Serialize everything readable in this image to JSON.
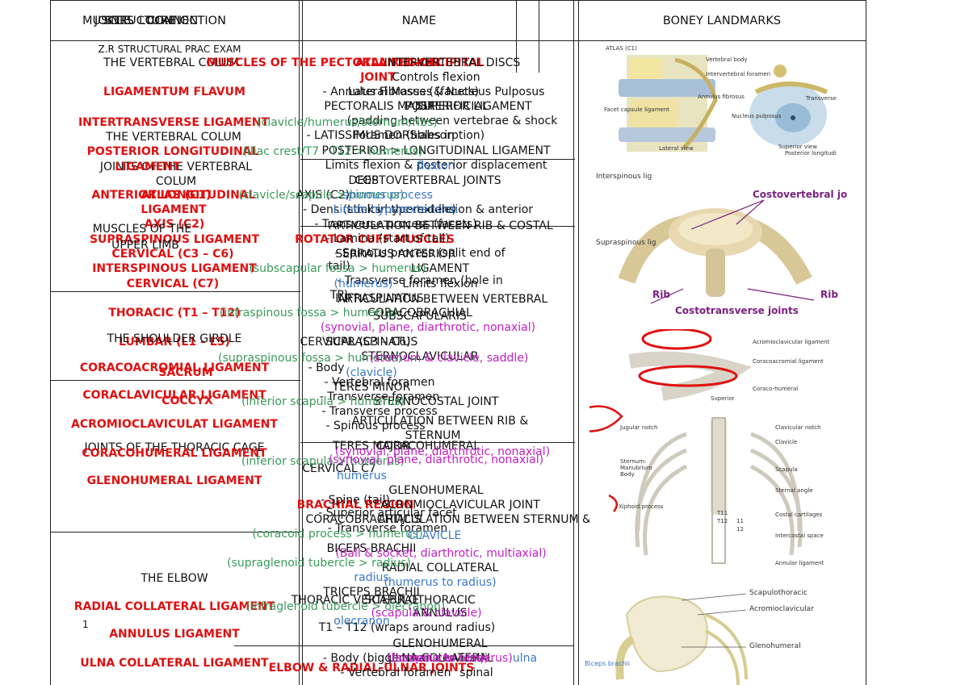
{
  "header": {
    "col1_lines": [
      "MUSCLE",
      "JOINTS",
      "STRUCTURE",
      "LOCATION",
      "CONNECTION"
    ],
    "col2": "NAME",
    "col3": "BONEY LANDMARKS"
  },
  "page_number": "1",
  "col1": {
    "exam": "Z.R STRUCTURAL PRAC EXAM",
    "vertebral": "THE VERTEBRAL COLUM",
    "lig_flavum": "LIGAMENTUM FLAVUM",
    "intertransverse": "INTERTRANSVERSE LIGAMENT",
    "vertebral2": "THE VERTEBRAL COLUM",
    "post_long": "POSTERIOR LONGITUDINAL",
    "joints_vert_a": "JOINTS OF THE VERTEBRAL",
    "joints_vert_b": "COLUM",
    "ligament_x": "LIGAMENT",
    "ant_long": "ANTERIOR LONGITUDINAL",
    "atlas": "ATLAS (C1)",
    "ligament": "LIGAMENT",
    "axis": "AXIS (C2)",
    "muscles_upper_a": "MUSCLES OF THE",
    "muscles_upper_b": "UPPER LIMB",
    "supraspinous": "SUPRASPINOUS LIGAMENT",
    "cervical_36": "CERVICAL (C3 – C6)",
    "interspinous": "INTERSPINOUS LIGAMENT",
    "cervical_7": "CERVICAL (C7)",
    "thoracic": "THORACIC (T1 – T12)",
    "lumbar": "LUMBAR (L1 – L5)",
    "shoulder": "THE SHOULDER GIRDLE",
    "coracoacromial": "CORACOACROMIAL LIGAMENT",
    "sacrum": "SACRUM",
    "coraclavicular": "CORACLAVICULAR LIGAMENT",
    "coccyx": "COCCYX",
    "acromioclav": "ACROMIOCLAVICULAT LIGAMENT",
    "joints_thoracic": "JOINTS OF THE THORACIC CAGE",
    "coracohumeral": "CORACOHUMERAL LIGAMENT",
    "glenohumeral": "GLENOHUMERAL LIGAMENT",
    "elbow": "THE ELBOW",
    "radial_col": "RADIAL COLLATERAL LIGAMENT",
    "annulus": "ANNULUS LIGAMENT",
    "ulna_col": "ULNA COLLATERAL LIGAMENT"
  },
  "mid_red": {
    "m1": "MUSCLES OF THE PECTORAL REGION",
    "m2": "ATLANTO-OCCIPITAL",
    "m3": "JOINT",
    "rotator": "ROTATOR CUFF MUSCLES",
    "brachial": "BRACHIAL REGION",
    "elbow_radial": "ELBOW & RADIAL-ULNAR JOINTS"
  },
  "mid_black": [
    "INTERVERTEBRAL DISCS",
    "Controls flexion",
    "- Annulus Fibrosus (& Nucleus Pulposus",
    "Lateral Masses (facets)",
    "PECTORALIS MAJOR",
    "SUPERFICIAL",
    "POSTERIOR LIGAMENT",
    "(padding between vertebrae & shock",
    "Foramen (holes in",
    "- LATISSIMUS DORSI",
    "absorption)",
    "POSTERIOR > LONGITUDINAL LIGAMENT",
    "Limits flexion & posterior displacement",
    "DEEP",
    "COSTOVERTEBRAL JOINTS",
    "AXIS (C2)",
    "- Dens (stick in the middle)",
    "Limits hyperextension & anterior",
    "- Transverse process (facets)",
    "ARTICULATION BETWEEN RIB & COSTAL",
    "SERRATUS ANTERIOR",
    "- Lamina (start of tail)",
    "- Spinous process (split end of",
    "tail)",
    "LIGAMENT",
    "- Transverse foramen (hole in",
    "Limits flexion",
    "TP)",
    "ARTICULATION BETWEEN VERTEBRAL",
    "INFRASPINATUS",
    "CORACOBRACHIAL",
    "SUBSCAPULARIS",
    "CERVICAL (C3 – C6)",
    "SUPRASPINATUS",
    "- Body",
    "STERNOCLAVICULAR",
    "TERES MINOR",
    "- Vertebral foramen",
    "- Transverse foramen",
    "STERNOCOSTAL JOINT",
    "- Transverse process",
    "ARTICULATION BETWEEN RIB &",
    "- Spinous process",
    "STERNUM",
    "TERES MAJOR",
    "CORACOHUMERAL",
    "CERVICAL C7",
    "GLENOHUMERAL",
    "- Spine (tail)",
    "ACROMIOCLAVICULAR JOINT",
    "- Superior articular facet",
    "ARTICULATION BETWEEN STERNUM &",
    "CORACOBRACHIALIS",
    "- Transverse foramen",
    "BICEPS BRACHII",
    "RADIAL COLLATERAL",
    "TRICEPS BRACHII",
    "THORACIC VERTEBRAE",
    "ANNULUS",
    "SCAPULOTHORACIC",
    "T1 – T12 (wraps around radius)",
    "GLENOHUMERAL",
    "- Body (bigger than cervical)",
    "ULNA COLLATERAL",
    "- Vertebral foramen",
    "spinal"
  ],
  "mid_green": [
    "(clavicle/humerus/sternum/ribs)",
    "(iliac crest/T7 - T12 > humerus)",
    "(clavicle/scapula > humerus)",
    "(subscapular fossa > humerus)",
    "(infraspinous fossa > humerus)",
    "(supraspinous fossa > humerus)",
    "(inferior scapula > humerus)",
    "(inferior scapula > humerus)",
    "(coracoid process > humerus)",
    "(supraglenoid tubercle > radius)",
    "(infraglenoid tubercle > olecranon)"
  ],
  "mid_blue": [
    "flexion",
    "Limits hyperextension",
    "spinous process",
    "(humerus)",
    "(clavicle)",
    "humerus",
    "CLAVICLE",
    "radius",
    "(humerus to radius)",
    "olecranon",
    "ulna"
  ],
  "mid_magenta": [
    "(synovial, plane, diarthrotic, nonaxial)",
    "(sternum & clavicle, saddle)",
    "(synovial, plane, diarthrotic, nonaxial)",
    "(synovial, plane, diarthrotic, nonaxial)",
    "(Ball & socket, diarthrotic, multiaxial)",
    "(scapula & clavicle)",
    "(humerus to ulna)",
    "(scapula to humerus)"
  ],
  "figures": {
    "atlas_title": "ATLAS (C1)",
    "atlas_labels": [
      "Vertebral body",
      "Intervertebral foramen",
      "Facet capsule ligament",
      "Annulus fibrosus",
      "Nucleus pulposus",
      "Lateral view",
      "Superior view",
      "Posterior longitudinal ligament",
      "Transverse"
    ],
    "costo_labels": [
      "Interspinous lig",
      "Supraspinous lig",
      "Costovertebral joints",
      "Rib",
      "Costotransverse joints",
      "Rib"
    ],
    "shoulder_labels": [
      "Acromioclavicular ligament",
      "Coracoacromial ligament",
      "Coraco-humeral",
      "Superior"
    ],
    "thorax_labels": [
      "Jugular notch",
      "Clavicular notch",
      "Clavicle",
      "Sternum:",
      "Manubrium",
      "Body",
      "Xiphoid process",
      "Scapula",
      "Sternal angle",
      "Costal cartilages",
      "T11",
      "T12",
      "11",
      "12",
      "Intercostal space",
      "Annular ligament"
    ],
    "scap_labels": [
      "Scapulothoracic",
      "Acromioclavicular",
      "Glenohumeral",
      "Biceps brachii"
    ]
  }
}
